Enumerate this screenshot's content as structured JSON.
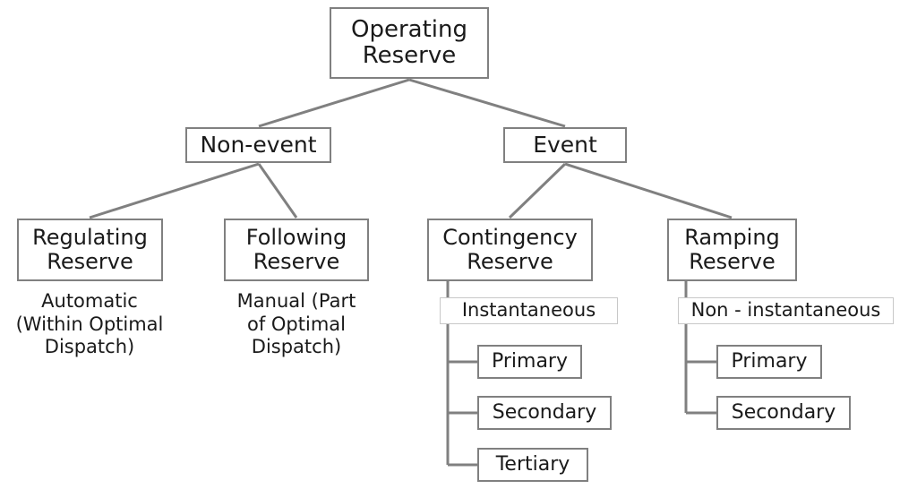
{
  "diagram": {
    "type": "tree",
    "title": "Operating Reserve classification tree",
    "colors": {
      "box_border": "#808080",
      "box_border_light": "#c8c8c8",
      "connector": "#808080",
      "text": "#1a1a1a",
      "background": "#ffffff"
    },
    "nodes": {
      "root": "Operating\nReserve",
      "non_event": "Non-event",
      "event": "Event",
      "regulating_reserve": "Regulating\nReserve",
      "following_reserve": "Following\nReserve",
      "contingency_reserve": "Contingency\nReserve",
      "ramping_reserve": "Ramping\nReserve",
      "instantaneous": "Instantaneous",
      "non_instantaneous": "Non - instantaneous",
      "instantaneous_children": {
        "primary": "Primary",
        "secondary": "Secondary",
        "tertiary": "Tertiary"
      },
      "non_instantaneous_children": {
        "primary": "Primary",
        "secondary": "Secondary"
      }
    },
    "captions": {
      "regulating_reserve": "Automatic\n(Within Optimal\nDispatch)",
      "following_reserve": "Manual (Part\nof Optimal\nDispatch)"
    }
  }
}
